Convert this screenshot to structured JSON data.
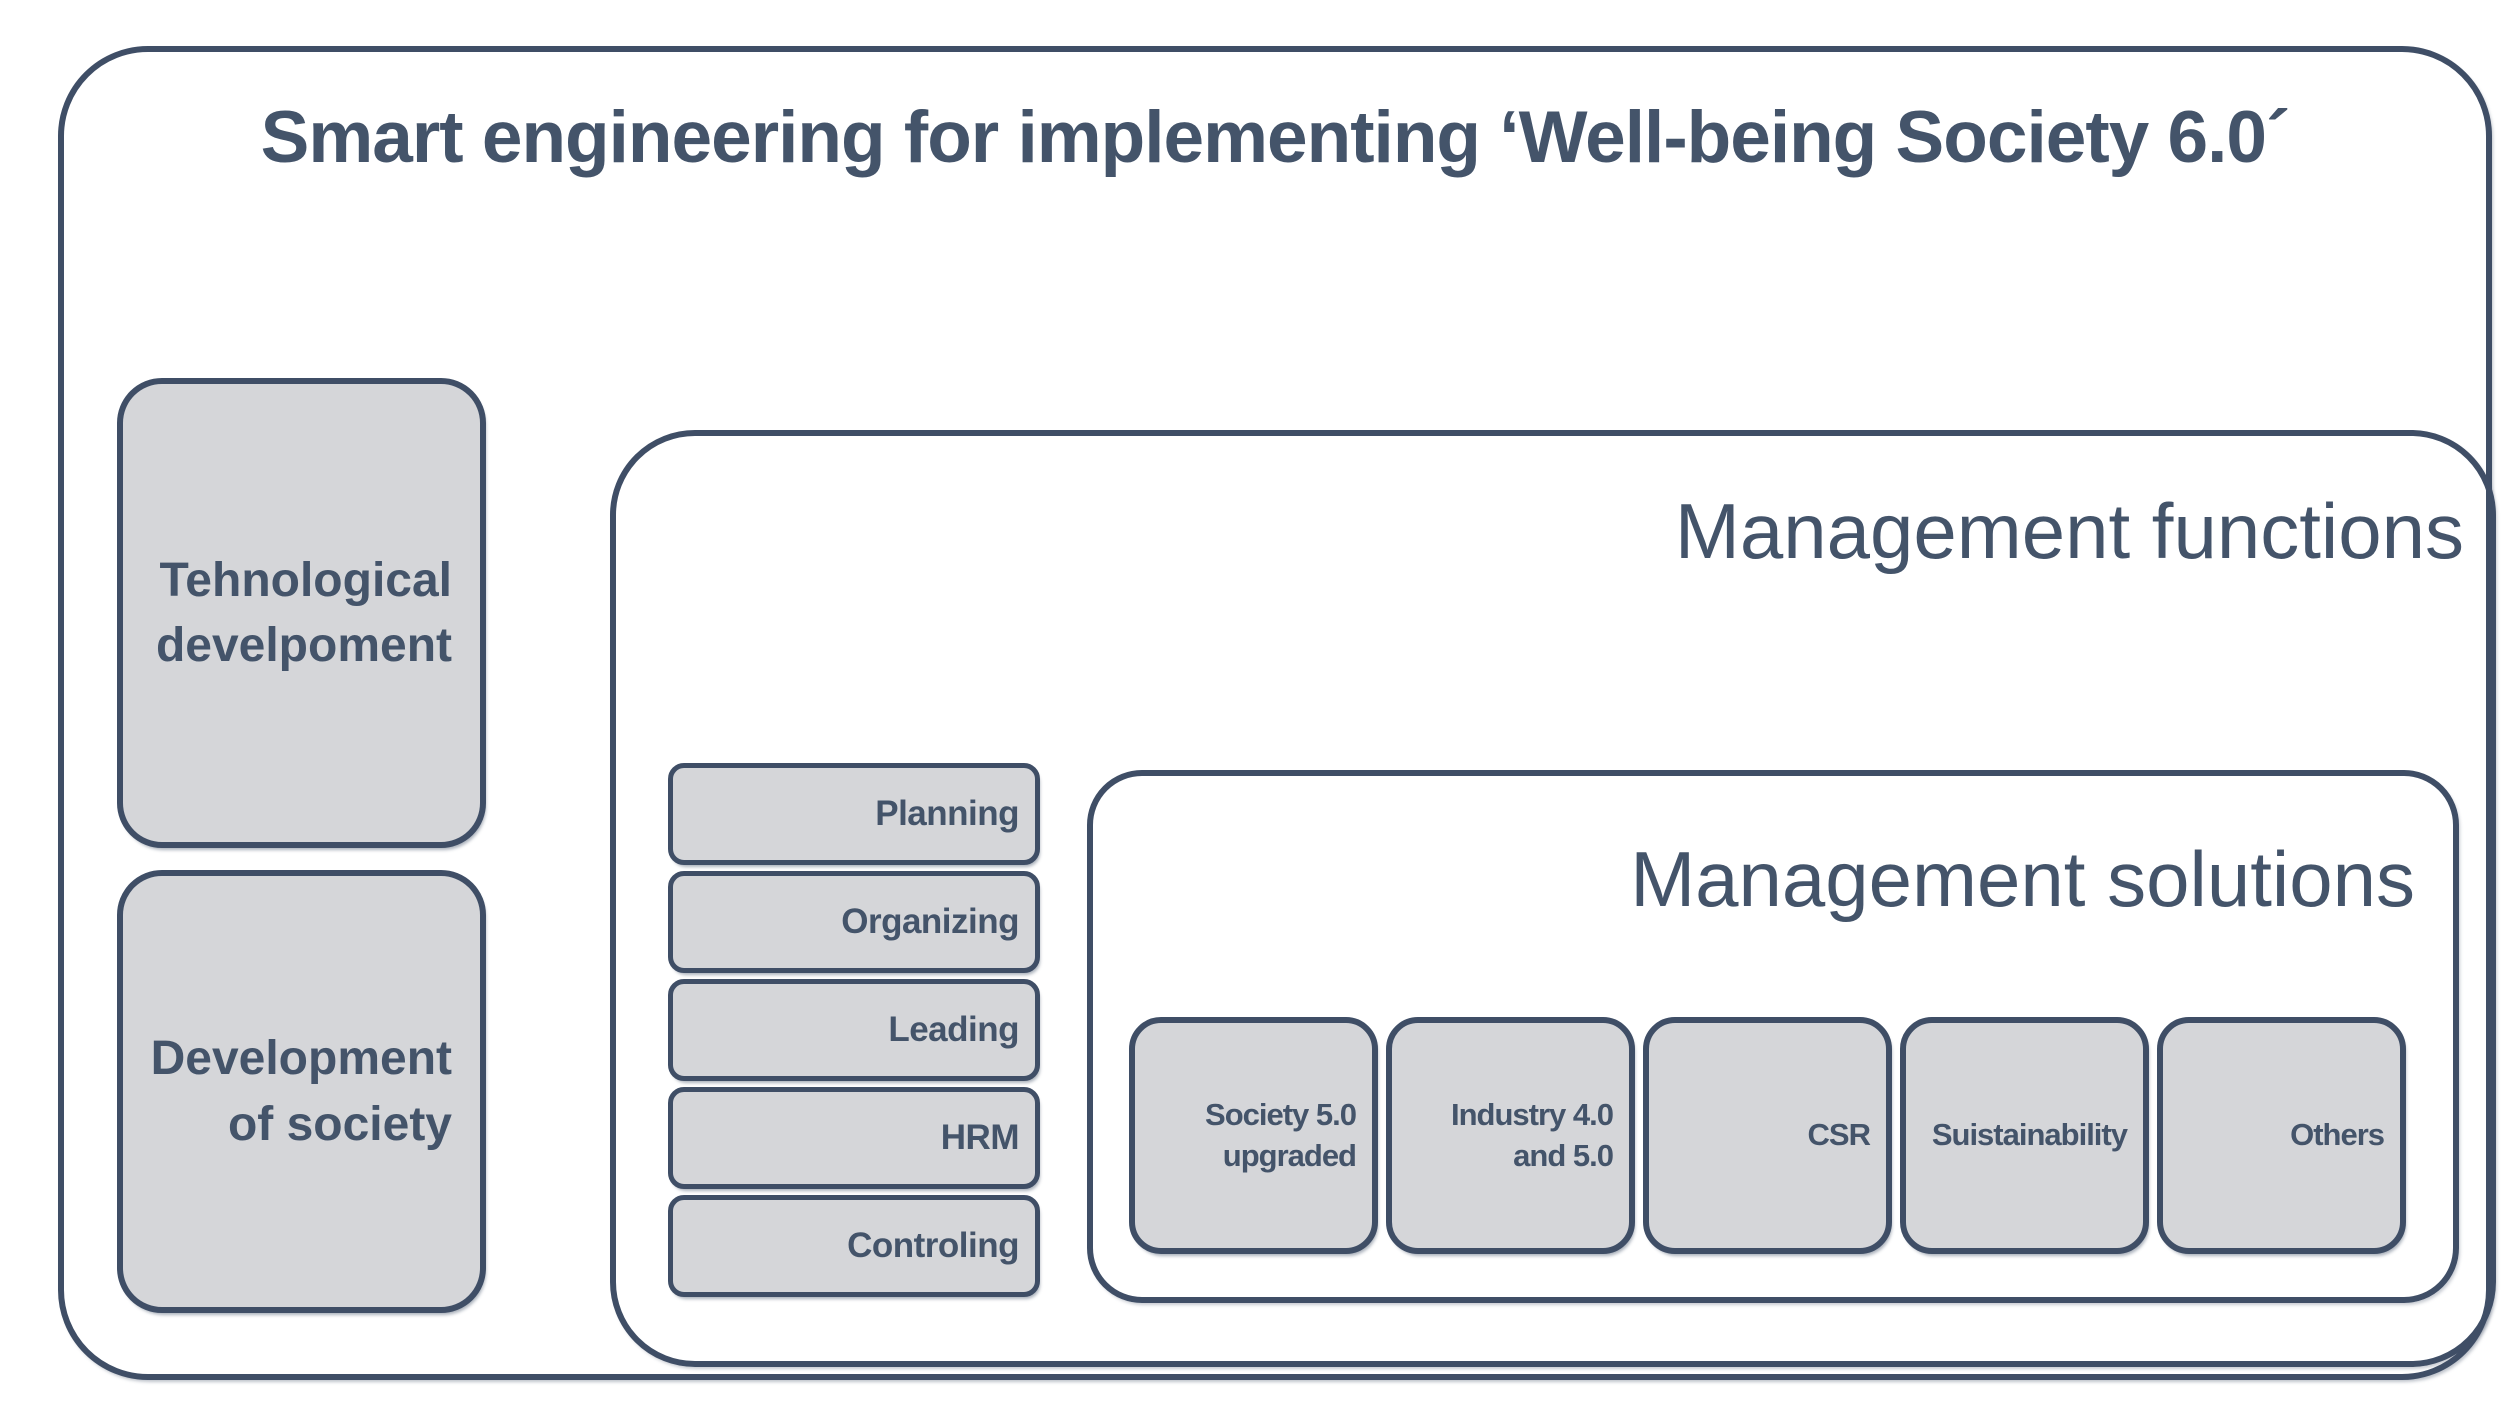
{
  "title": "Smart engineering for implementing ‘Well-being Society 6.0´",
  "colors": {
    "ink": "#44546A",
    "border": "#3F4E66",
    "box_fill": "#D5D6D9",
    "background": "#FFFFFF"
  },
  "left_column": {
    "items": [
      "Tehnological\ndevelpoment",
      "Development\nof society"
    ]
  },
  "management_functions": {
    "heading": "Management functions",
    "items": [
      "Planning",
      "Organizing",
      "Leading",
      "HRM",
      "Controling"
    ]
  },
  "management_solutions": {
    "heading": "Management solutions",
    "items": [
      "Society 5.0\nupgraded",
      "Industry 4.0\nand 5.0",
      "CSR",
      "Suistainability",
      "Others"
    ]
  }
}
